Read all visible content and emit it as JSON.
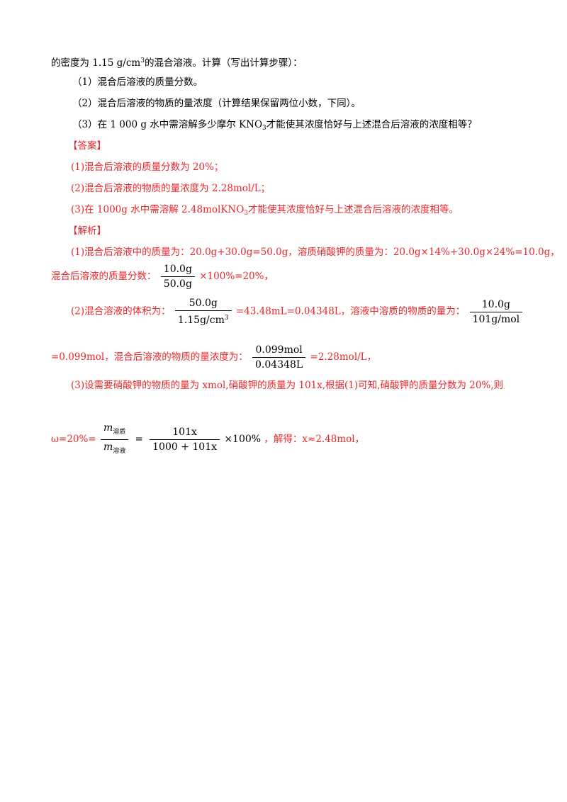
{
  "intro": {
    "p1": "的密度为 1.15 g/cm",
    "p1_sup": "3",
    "p2": "的混合溶液。计算（写出计算步骤）："
  },
  "questions": {
    "q1": "（1）混合后溶液的质量分数。",
    "q2": "（2）混合后溶液的物质的量浓度（计算结果保留两位小数，下同）。",
    "q3_p1": "（3）在 1 000 g 水中需溶解多少摩尔 KNO",
    "q3_sub": "3",
    "q3_p2": "才能使其浓度恰好与上述混合后溶液的浓度相等？"
  },
  "answer": {
    "heading": "【答案】",
    "a1": "(1)混合后溶液的质量分数为 20%；",
    "a2": "(2)混合后溶液的物质的量浓度为 2.28mol/L；",
    "a3_p1": "(3)在 1000g 水中需溶解 2.48molKNO",
    "a3_sub": "3",
    "a3_p2": "才能使其浓度恰好与上述混合后溶液的浓度相等。"
  },
  "analysis": {
    "heading": "【解析】",
    "s1_line1": "(1)混合后溶液中的质量为：20.0g+30.0g=50.0g，溶质硝酸钾的质量为：20.0g×14%+30.0g×24%=10.0g，",
    "s1_line2_label": "混合后溶液的质量分数：",
    "s1_frac_num": "10.0g",
    "s1_frac_den": "50.0g",
    "s1_line2_tail": "×100%=20%，",
    "s2_label": "(2)混合溶液的体积为：",
    "s2_frac1_num": "50.0g",
    "s2_frac1_den": "1.15g/cm",
    "s2_frac1_den_sup": "3",
    "s2_mid": "=43.48mL=0.04348L，溶液中溶质的物质的量为：",
    "s2_frac2_num": "10.0g",
    "s2_frac2_den": "101g/mol",
    "s2b_head": "=0.099mol，混合后溶液的物质的量浓度为：",
    "s2b_frac_num": "0.099mol",
    "s2b_frac_den": "0.04348L",
    "s2b_tail": "=2.28mol/L，",
    "s3_line1": "(3)设需要硝酸钾的物质的量为 xmol,硝酸钾的质量为 101x,根据(1)可知,硝酸钾的质量分数为 20%,则",
    "s3_head": "ω=20%=",
    "s3_m": "m",
    "s3_sub_num": "溶质",
    "s3_sub_den": "溶液",
    "s3_eq": "=",
    "s3_frac2_num": "101x",
    "s3_frac2_den": "1000 + 101x",
    "s3_times": "×100%",
    "s3_tail": "，解得：x≈2.48mol，"
  }
}
